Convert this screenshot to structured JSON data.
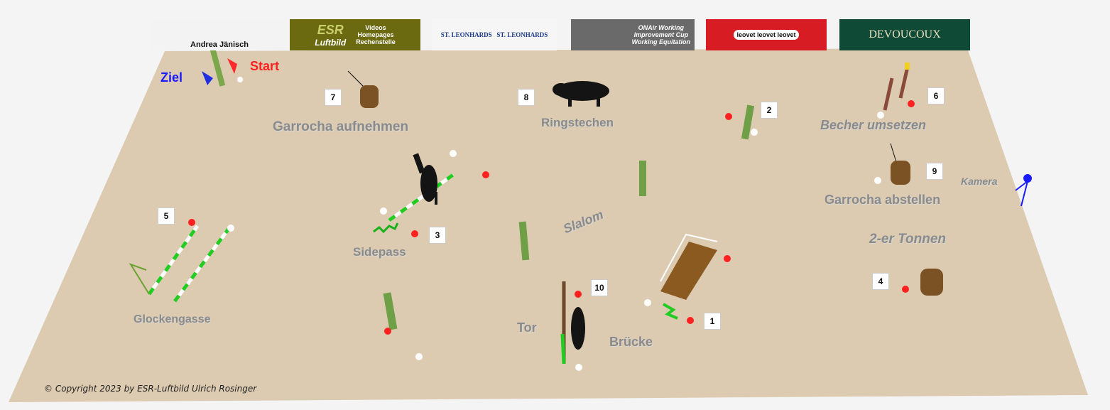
{
  "banners": [
    {
      "text": "Andrea Jänisch",
      "bg": "#f3f3f3",
      "fg": "#111"
    },
    {
      "brand": "ESR",
      "sub": "Luftbild",
      "lines": [
        "Videos",
        "Homepages",
        "Rechenstelle"
      ],
      "bg": "#6b6a10",
      "fg": "#ffffff"
    },
    {
      "text": "ST. LEONHARDS   ST. LEONHARDS",
      "bg": "#f6f6f6",
      "fg": "#1a3a8a"
    },
    {
      "lines": [
        "ONAir Working",
        "Improvement Cup",
        "Working Equitation"
      ],
      "bg": "#6a6a6a",
      "fg": "#ffffff"
    },
    {
      "text": "leovet leovet leovet",
      "bg": "#d81c24",
      "fg": "#111"
    },
    {
      "text": "DEVOUCOUX",
      "bg": "#0f4a36",
      "fg": "#e8e0c0"
    }
  ],
  "labels": {
    "ziel": "Ziel",
    "start": "Start",
    "garrocha_aufnehmen": "Garrocha aufnehmen",
    "ringstechen": "Ringstechen",
    "becher_umsetzen": "Becher umsetzen",
    "garrocha_abstellen": "Garrocha abstellen",
    "kamera": "Kamera",
    "slalom": "Slalom",
    "zwei_tonnen": "2-er Tonnen",
    "sidepass": "Sidepass",
    "glockengasse": "Glockengasse",
    "tor": "Tor",
    "bruecke": "Brücke"
  },
  "numbers": [
    "1",
    "2",
    "3",
    "4",
    "5",
    "6",
    "7",
    "8",
    "9",
    "10"
  ],
  "copyright": "© Copyright 2023 by ESR-Luftbild Ulrich Rosinger",
  "colors": {
    "arena": "#dccbb0",
    "label": "#8a8a8a",
    "ziel": "#1a1aff",
    "start": "#ff2020"
  }
}
